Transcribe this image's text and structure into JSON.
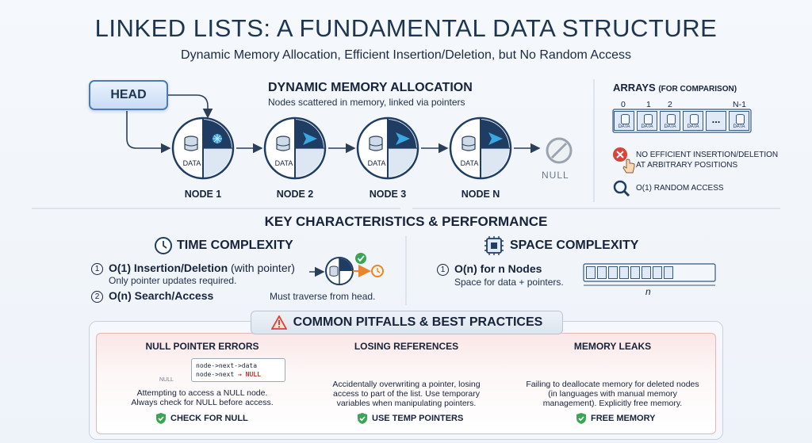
{
  "header": {
    "title": "LINKED LISTS: A FUNDAMENTAL DATA STRUCTURE",
    "subtitle": "Dynamic Memory Allocation, Efficient Insertion/Deletion, but No Random Access"
  },
  "list": {
    "head_label": "HEAD",
    "memory_title": "DYNAMIC MEMORY ALLOCATION",
    "memory_desc": "Nodes scattered in memory, linked via pointers",
    "data_label": "DATA",
    "nodes": [
      "NODE 1",
      "NODE 2",
      "NODE 3",
      "NODE N"
    ],
    "null_label": "NULL"
  },
  "arrays": {
    "title": "ARRAYS",
    "title_small": "(FOR COMPARISON)",
    "indices": [
      "0",
      "1",
      "2",
      "N-1"
    ],
    "cell_label": "DATA",
    "ellipsis": "...",
    "con_note_line1": "NO EFFICIENT INSERTION/DELETION",
    "con_note_line2": "AT ARBITRARY POSITIONS",
    "pro_note": "O(1) RANDOM ACCESS"
  },
  "characteristics": {
    "title": "KEY CHARACTERISTICS & PERFORMANCE",
    "time": {
      "title": "TIME COMPLEXITY",
      "item1_num": "1",
      "item1_title": "O(1) Insertion/Deletion",
      "item1_title_suffix": " (with pointer)",
      "item1_sub": "Only pointer updates required.",
      "item2_num": "2",
      "item2_title": "O(n) Search/Access",
      "item2_sub": "Must traverse from head."
    },
    "space": {
      "title": "SPACE COMPLEXITY",
      "item1_num": "1",
      "item1_title": "O(n) for n Nodes",
      "item1_sub": "Space for data + pointers.",
      "n_label": "n"
    }
  },
  "pitfalls": {
    "title": "COMMON PITFALLS & BEST PRACTICES",
    "columns": [
      {
        "title": "NULL POINTER ERRORS",
        "desc1": "Attempting to access a NULL node.",
        "desc2": "Always check for NULL before access.",
        "badge": "CHECK FOR NULL",
        "null_small": "NULL",
        "code_line1": "node->next->data",
        "code_line2_prefix": "node->next ",
        "code_line2_arrow": "→",
        "code_line2_null": " NULL"
      },
      {
        "title": "LOSING REFERENCES",
        "desc1": "Accidentally overwriting a pointer, losing",
        "desc2": "access to part of the list. Use temporary",
        "desc3": "variables when manipulating pointers.",
        "badge": "USE TEMP POINTERS"
      },
      {
        "title": "MEMORY LEAKS",
        "desc1": "Failing to deallocate memory for deleted nodes",
        "desc2": "(in languages with manual memory",
        "desc3": "management). Explicitly free memory.",
        "badge": "FREE MEMORY"
      }
    ]
  },
  "colors": {
    "node_blue": "#1f3d63",
    "accent_cyan": "#3aa7e0",
    "error_red": "#d9433b",
    "ok_green": "#3aa655",
    "warning_orange": "#e8852a"
  }
}
